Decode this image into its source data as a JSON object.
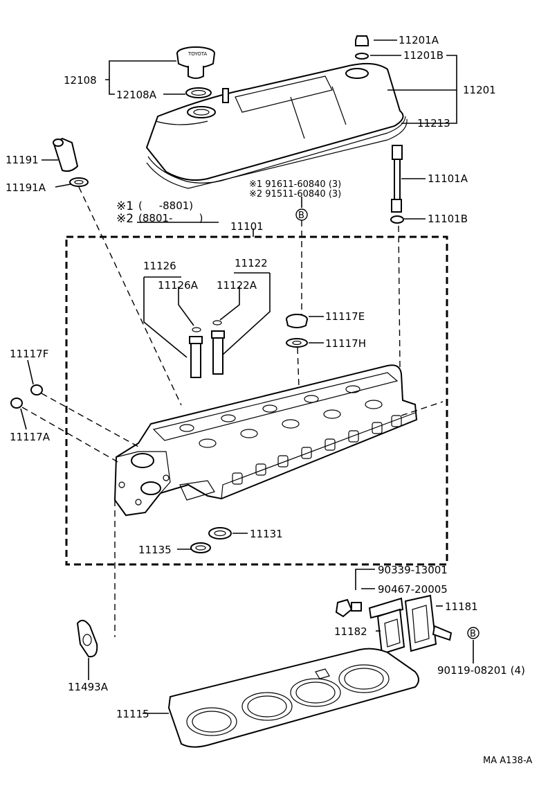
{
  "labels": {
    "p11201A": "11201A",
    "p11201B": "11201B",
    "p11201": "11201",
    "p11213": "11213",
    "p12108": "12108",
    "p12108A": "12108A",
    "p11191": "11191",
    "p11191A": "11191A",
    "p11101A": "11101A",
    "p11101B": "11101B",
    "p11101": "11101",
    "p11126": "11126",
    "p11126A": "11126A",
    "p11122": "11122",
    "p11122A": "11122A",
    "p11117E": "11117E",
    "p11117H": "11117H",
    "p11117F": "11117F",
    "p11117A": "11117A",
    "p11131": "11131",
    "p11135": "11135",
    "p90339": "90339-13001",
    "p90467": "90467-20005",
    "p11181": "11181",
    "p11182": "11182",
    "p90119": "90119-08201 (4)",
    "p11493A": "11493A",
    "p11115": "11115",
    "ref_b1": "B",
    "ref_b2": "B"
  },
  "notes": {
    "bolt1": "※1 91611-60840 (3)",
    "bolt2": "※2 91511-60840 (3)",
    "mark1_sym": "※1",
    "mark1_range": "(     -8801)",
    "mark2_sym": "※2",
    "mark2_range": "(8801-        )"
  },
  "footer": {
    "code": "MA A138-A"
  }
}
